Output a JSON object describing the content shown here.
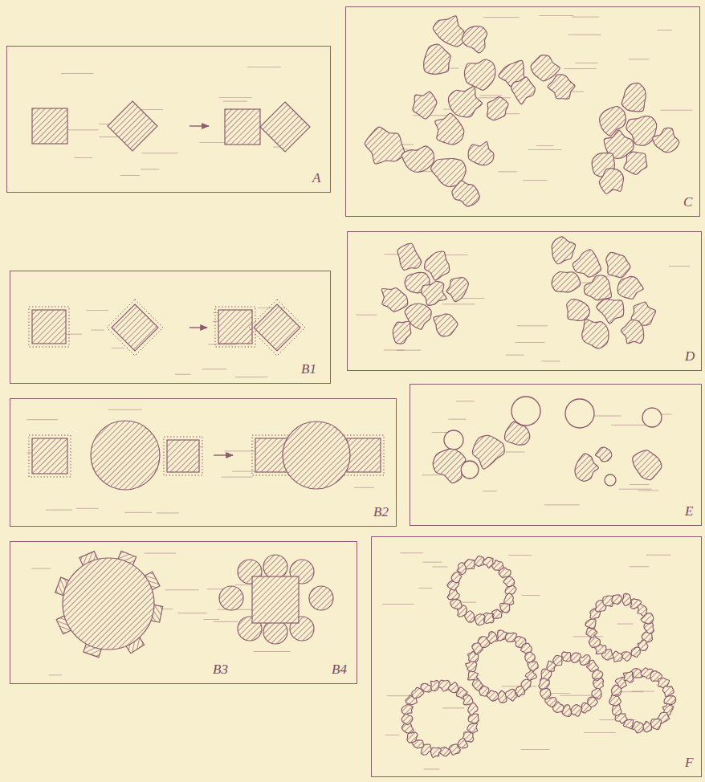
{
  "diagram": {
    "nodes": [
      {
        "text": [
          "A"
        ]
      },
      {
        "text": [
          "C"
        ]
      },
      {
        "text": [
          "B1"
        ]
      },
      {
        "text": [
          "D"
        ]
      },
      {
        "text": [
          "B2"
        ]
      },
      {
        "text": [
          "E"
        ]
      },
      {
        "text": [
          "B3",
          "B4"
        ]
      },
      {
        "text": [
          "F"
        ]
      }
    ]
  }
}
